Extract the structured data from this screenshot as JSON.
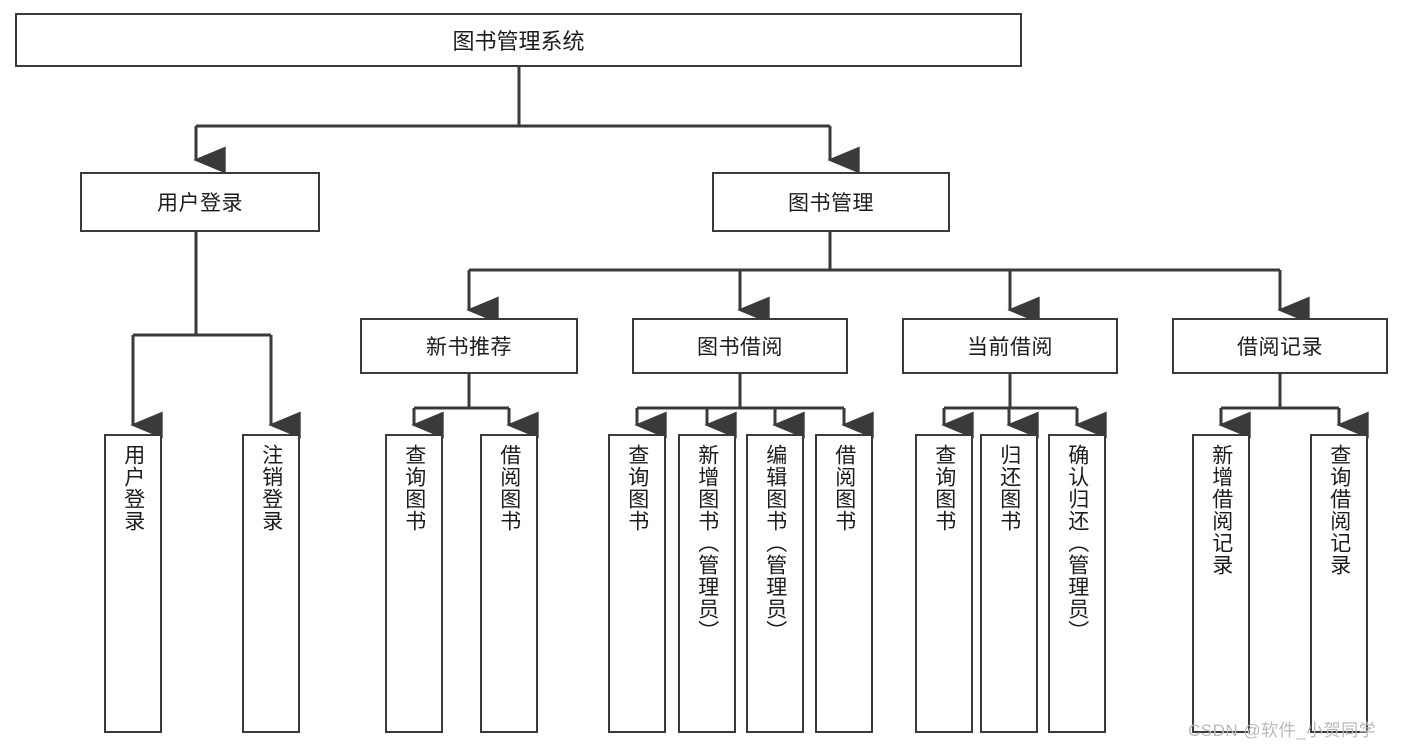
{
  "diagram": {
    "title": "图书管理系统",
    "type": "tree-hierarchy-diagram",
    "colors": {
      "background": "#ffffff",
      "stroke": "#3a3a3a",
      "text": "#1c1c1c",
      "watermark": "#b9b9b9"
    },
    "nodes": {
      "root": {
        "label": "图书管理系统"
      },
      "level1": [
        {
          "label": "用户登录"
        },
        {
          "label": "图书管理"
        }
      ],
      "level2": [
        {
          "label": "新书推荐"
        },
        {
          "label": "图书借阅"
        },
        {
          "label": "当前借阅"
        },
        {
          "label": "借阅记录"
        }
      ],
      "leaves": {
        "user_login": [
          {
            "label": "用户登录"
          },
          {
            "label": "注销登录"
          }
        ],
        "new_book_recommend": [
          {
            "label": "查询图书"
          },
          {
            "label": "借阅图书"
          }
        ],
        "book_borrow": [
          {
            "label": "查询图书"
          },
          {
            "label": "新增图书（管理员）"
          },
          {
            "label": "编辑图书（管理员）"
          },
          {
            "label": "借阅图书"
          }
        ],
        "current_borrow": [
          {
            "label": "查询图书"
          },
          {
            "label": "归还图书"
          },
          {
            "label": "确认归还（管理员）"
          }
        ],
        "borrow_record": [
          {
            "label": "新增借阅记录"
          },
          {
            "label": "查询借阅记录"
          }
        ]
      }
    },
    "watermark": "CSDN @软件_小贺同学"
  }
}
